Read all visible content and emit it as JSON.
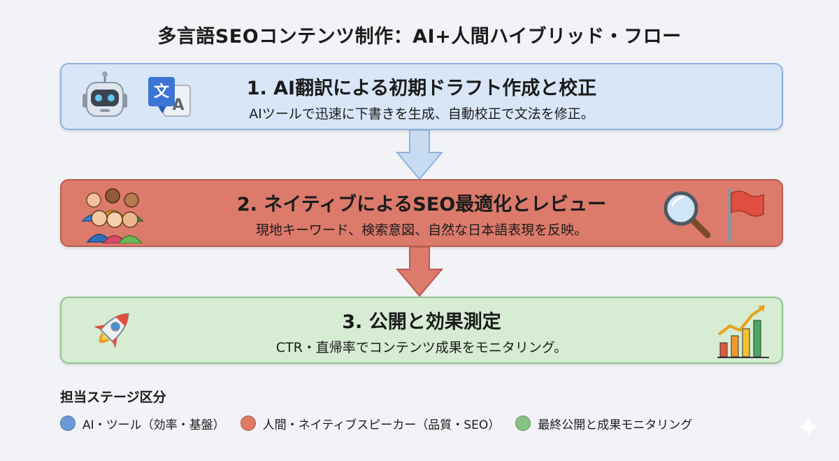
{
  "title": "多言語SEOコンテンツ制作：AI+人間ハイブリッド・フロー",
  "stages": [
    {
      "title": "1. AI翻訳による初期ドラフト作成と校正",
      "desc": "AIツールで迅速に下書きを生成、自動校正で文法を修正。",
      "translate_icon_chars": [
        "文",
        "A"
      ]
    },
    {
      "title": "2. ネイティブによるSEO最適化とレビュー",
      "desc": "現地キーワード、検索意図、自然な日本語表現を反映。"
    },
    {
      "title": "3. 公開と効果測定",
      "desc": "CTR・直帰率でコンテンツ成果をモニタリング。"
    }
  ],
  "legend": {
    "title": "担当ステージ区分",
    "items": [
      {
        "label": "AI・ツール（効率・基盤）",
        "color": "#6c9ad6"
      },
      {
        "label": "人間・ネイティブスピーカー（品質・SEO）",
        "color": "#e07a67"
      },
      {
        "label": "最終公開と成果モニタリング",
        "color": "#86c283"
      }
    ]
  },
  "colors": {
    "stage1_bg": "#d8e6f7",
    "stage2_bg": "#dc7a6b",
    "stage3_bg": "#d6ecd3"
  }
}
